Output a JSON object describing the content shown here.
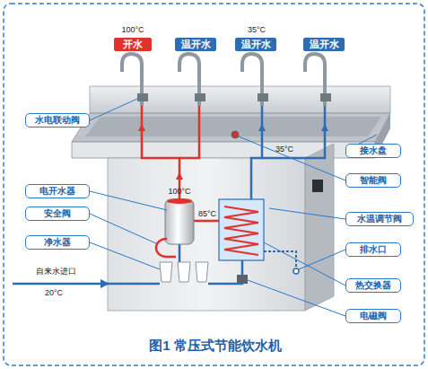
{
  "diagram": {
    "caption": "图1 常压式节能饮水机",
    "nodes": [
      {
        "text": [
          "开水"
        ]
      },
      {
        "text": [
          "温开水"
        ]
      },
      {
        "text": [
          "温开水"
        ]
      },
      {
        "text": [
          "温开水"
        ]
      },
      {
        "text": [
          "水电联动阀"
        ]
      },
      {
        "text": [
          "接水盘"
        ]
      },
      {
        "text": [
          "智能阀"
        ]
      },
      {
        "text": [
          "电开水器"
        ]
      },
      {
        "text": [
          "安全阀"
        ]
      },
      {
        "text": [
          "水温调节阀"
        ]
      },
      {
        "text": [
          "净水器"
        ]
      },
      {
        "text": [
          "排水口"
        ]
      },
      {
        "text": [
          "热交换器"
        ]
      },
      {
        "text": [
          "电磁阀"
        ]
      }
    ],
    "labels": [
      "100°C",
      "35°C",
      "35°C",
      "100°C",
      "85°C",
      "自来水进口",
      "20°C"
    ]
  }
}
